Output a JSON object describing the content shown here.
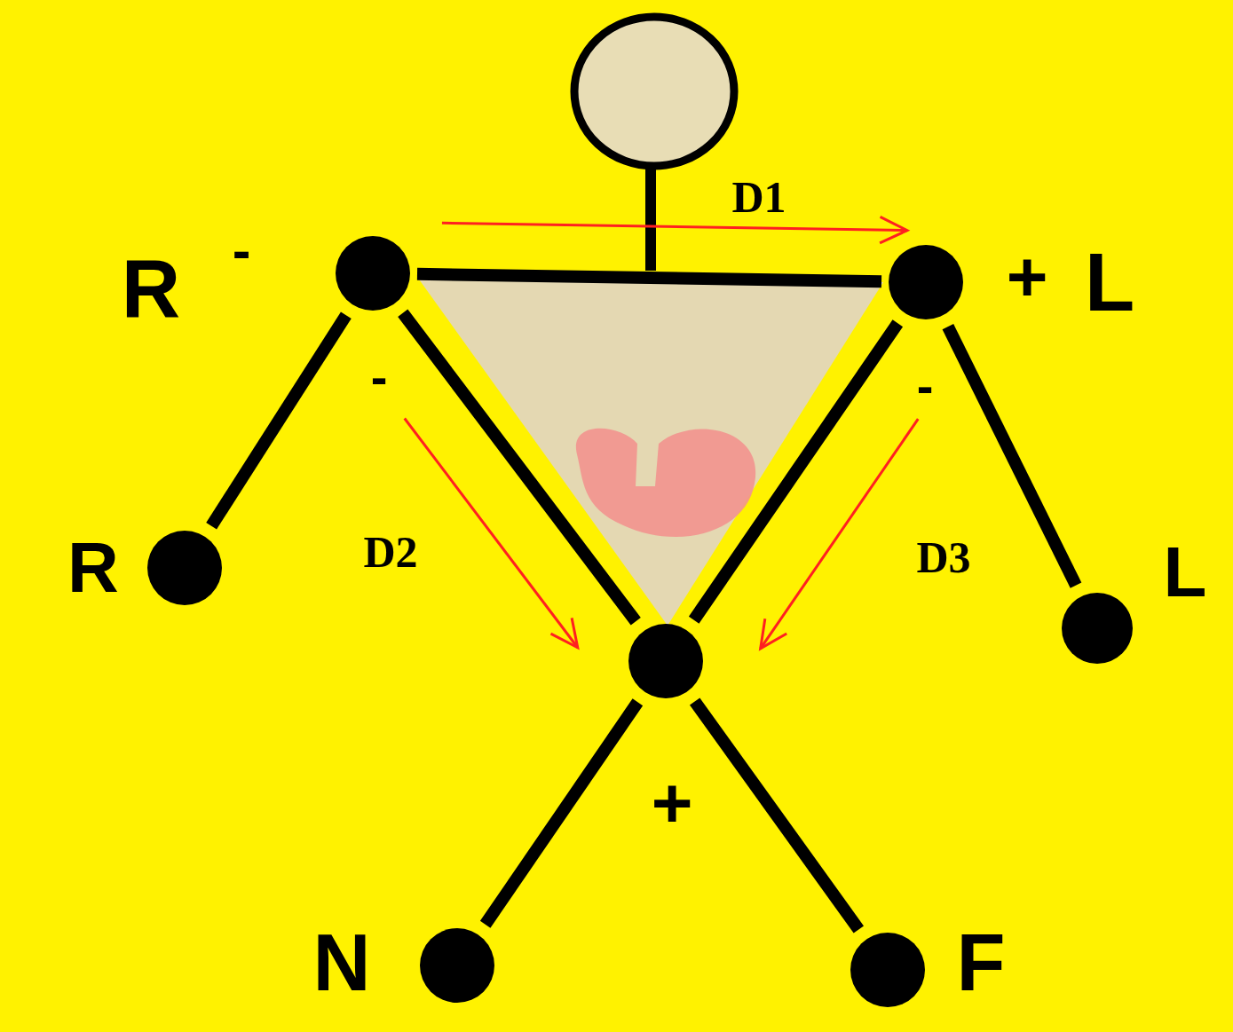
{
  "diagram": {
    "nodes": [
      {
        "text": [
          "R",
          "-"
        ]
      },
      {
        "text": [
          "+",
          "L"
        ]
      },
      {
        "text": [
          "R"
        ]
      },
      {
        "text": [
          "L"
        ]
      },
      {
        "text": [
          "+"
        ]
      },
      {
        "text": [
          "N"
        ]
      },
      {
        "text": [
          "F"
        ]
      }
    ],
    "edges": [
      {
        "from": 0,
        "to": 1,
        "label": "D1",
        "arrow": "to"
      },
      {
        "from": 0,
        "to": 4,
        "label": "D2",
        "arrow": "to"
      },
      {
        "from": 1,
        "to": 4,
        "label": "D3",
        "arrow": "to"
      },
      {
        "from": 0,
        "to": 1,
        "arrow": "none"
      },
      {
        "from": 0,
        "to": 4,
        "arrow": "none"
      },
      {
        "from": 1,
        "to": 4,
        "arrow": "none"
      },
      {
        "from": 0,
        "to": 2,
        "arrow": "none"
      },
      {
        "from": 1,
        "to": 3,
        "arrow": "none"
      },
      {
        "from": 4,
        "to": 5,
        "arrow": "none"
      },
      {
        "from": 4,
        "to": 6,
        "arrow": "none"
      }
    ],
    "labels": [
      "-",
      "-"
    ]
  }
}
